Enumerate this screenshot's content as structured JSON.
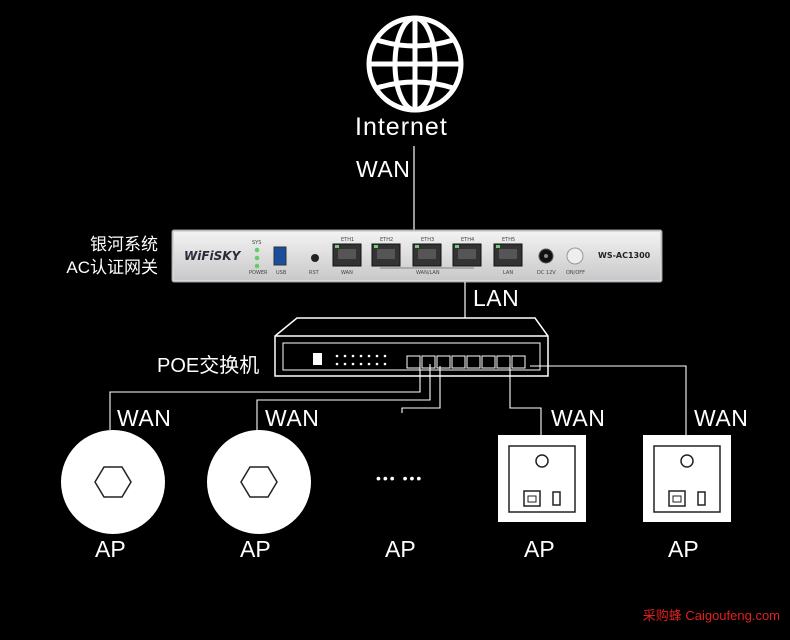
{
  "internet": {
    "label": "Internet",
    "icon": "globe-icon"
  },
  "links": {
    "wan_top": "WAN",
    "lan": "LAN"
  },
  "controller": {
    "title_line1": "银河系统",
    "title_line2": "AC认证网关",
    "logo": "WiFiSKY",
    "model": "WS-AC1300",
    "port_top_labels": [
      "ETH1",
      "ETH2",
      "ETH3",
      "ETH4",
      "ETH5"
    ],
    "bottom_labels": {
      "power": "POWER",
      "sys": "SYS",
      "usb": "USB",
      "rst": "RST",
      "wan": "WAN",
      "wanlan": "WAN/LAN",
      "lan": "LAN",
      "dc": "DC 12V",
      "onoff": "ON/OFF"
    }
  },
  "switch": {
    "label": "POE交换机"
  },
  "access_points": [
    {
      "label": "AP",
      "wan": "WAN",
      "kind": "ceiling"
    },
    {
      "label": "AP",
      "wan": "WAN",
      "kind": "ceiling"
    },
    {
      "label": "AP",
      "dots": "•••  •••",
      "kind": "more"
    },
    {
      "label": "AP",
      "wan": "WAN",
      "kind": "panel"
    },
    {
      "label": "AP",
      "wan": "WAN",
      "kind": "panel"
    }
  ],
  "watermark": "采购蜂 Caigoufeng.com"
}
